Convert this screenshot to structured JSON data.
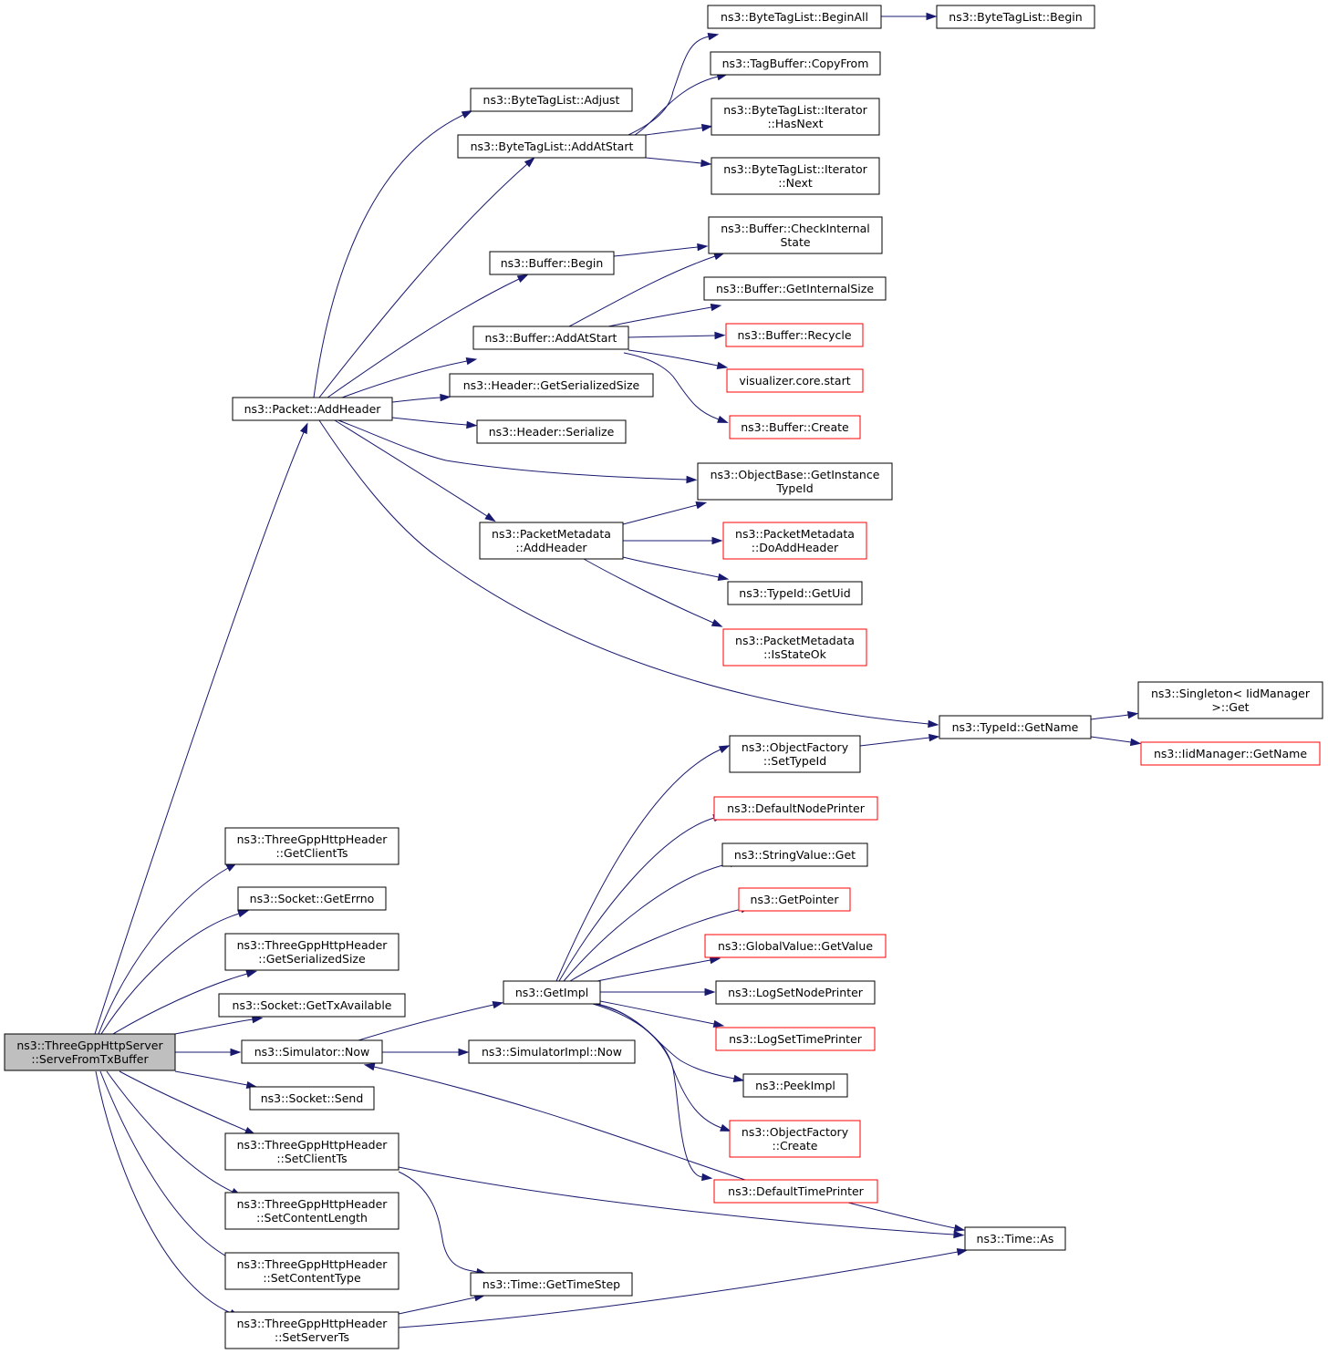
{
  "colors": {
    "edge": "#191970",
    "node_border": "#000000",
    "incomplete_border": "#ff0000",
    "root_fill": "#bfbfbf",
    "background": "#ffffff"
  },
  "nodes": {
    "serveFromTxBuffer": [
      "ns3::ThreeGppHttpServer",
      "::ServeFromTxBuffer"
    ],
    "packetAddHeader": [
      "ns3::Packet::AddHeader"
    ],
    "getClientTs": [
      "ns3::ThreeGppHttpHeader",
      "::GetClientTs"
    ],
    "socketGetErrno": [
      "ns3::Socket::GetErrno"
    ],
    "httpGetSerializedSize": [
      "ns3::ThreeGppHttpHeader",
      "::GetSerializedSize"
    ],
    "socketGetTxAvailable": [
      "ns3::Socket::GetTxAvailable"
    ],
    "simulatorNow": [
      "ns3::Simulator::Now"
    ],
    "socketSend": [
      "ns3::Socket::Send"
    ],
    "setClientTs": [
      "ns3::ThreeGppHttpHeader",
      "::SetClientTs"
    ],
    "setContentLength": [
      "ns3::ThreeGppHttpHeader",
      "::SetContentLength"
    ],
    "setContentType": [
      "ns3::ThreeGppHttpHeader",
      "::SetContentType"
    ],
    "setServerTs": [
      "ns3::ThreeGppHttpHeader",
      "::SetServerTs"
    ],
    "byteTagListAdjust": [
      "ns3::ByteTagList::Adjust"
    ],
    "byteTagListAddAtStart": [
      "ns3::ByteTagList::AddAtStart"
    ],
    "bufferBegin": [
      "ns3::Buffer::Begin"
    ],
    "bufferAddAtStart": [
      "ns3::Buffer::AddAtStart"
    ],
    "headerGetSerializedSize": [
      "ns3::Header::GetSerializedSize"
    ],
    "headerSerialize": [
      "ns3::Header::Serialize"
    ],
    "packetMetadataAddHeader": [
      "ns3::PacketMetadata",
      "::AddHeader"
    ],
    "getImpl": [
      "ns3::GetImpl"
    ],
    "simulatorImplNow": [
      "ns3::SimulatorImpl::Now"
    ],
    "timeGetTimeStep": [
      "ns3::Time::GetTimeStep"
    ],
    "byteTagListBeginAll": [
      "ns3::ByteTagList::BeginAll"
    ],
    "tagBufferCopyFrom": [
      "ns3::TagBuffer::CopyFrom"
    ],
    "iteratorHasNext": [
      "ns3::ByteTagList::Iterator",
      "::HasNext"
    ],
    "iteratorNext": [
      "ns3::ByteTagList::Iterator",
      "::Next"
    ],
    "byteTagListBegin": [
      "ns3::ByteTagList::Begin"
    ],
    "bufferCheckInternalState": [
      "ns3::Buffer::CheckInternal",
      "State"
    ],
    "bufferGetInternalSize": [
      "ns3::Buffer::GetInternalSize"
    ],
    "bufferRecycle": [
      "ns3::Buffer::Recycle"
    ],
    "visualizerCoreStart": [
      "visualizer.core.start"
    ],
    "bufferCreate": [
      "ns3::Buffer::Create"
    ],
    "getInstanceTypeId": [
      "ns3::ObjectBase::GetInstance",
      "TypeId"
    ],
    "doAddHeader": [
      "ns3::PacketMetadata",
      "::DoAddHeader"
    ],
    "typeIdGetUid": [
      "ns3::TypeId::GetUid"
    ],
    "isStateOk": [
      "ns3::PacketMetadata",
      "::IsStateOk"
    ],
    "typeIdGetName": [
      "ns3::TypeId::GetName"
    ],
    "singletonGet": [
      "ns3::Singleton< IidManager",
      " >::Get"
    ],
    "iidManagerGetName": [
      "ns3::IidManager::GetName"
    ],
    "objectFactorySetTypeId": [
      "ns3::ObjectFactory",
      "::SetTypeId"
    ],
    "defaultNodePrinter": [
      "ns3::DefaultNodePrinter"
    ],
    "stringValueGet": [
      "ns3::StringValue::Get"
    ],
    "getPointer": [
      "ns3::GetPointer"
    ],
    "globalValueGetValue": [
      "ns3::GlobalValue::GetValue"
    ],
    "logSetNodePrinter": [
      "ns3::LogSetNodePrinter"
    ],
    "logSetTimePrinter": [
      "ns3::LogSetTimePrinter"
    ],
    "peekImpl": [
      "ns3::PeekImpl"
    ],
    "objectFactoryCreate": [
      "ns3::ObjectFactory",
      "::Create"
    ],
    "defaultTimePrinter": [
      "ns3::DefaultTimePrinter"
    ],
    "timeAs": [
      "ns3::Time::As"
    ]
  }
}
